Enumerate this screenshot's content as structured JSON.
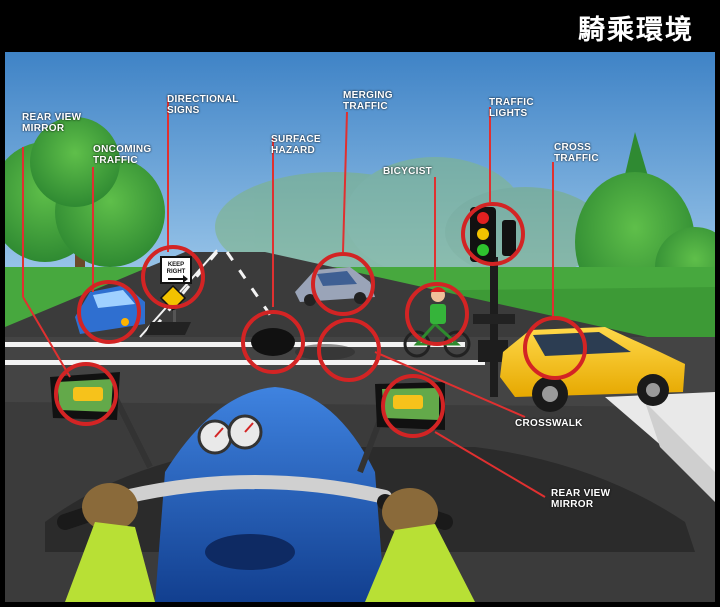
{
  "title": "騎乘環境",
  "colors": {
    "sky": "#5b9bd3",
    "road": "#3b3b3b",
    "grass": "#3a9b3a",
    "callout_ring": "#d32424",
    "callout_line": "#e03030",
    "label_text": "#ffffff",
    "motorcycle_body": "#1e5fb8",
    "taxi": "#f6c21b",
    "oncoming_car": "#2f6fd0",
    "rider_sleeve": "#b8e035"
  },
  "labels": {
    "rear_view_mirror_left": "REAR VIEW\nMIRROR",
    "oncoming_traffic": "ONCOMING\nTRAFFIC",
    "directional_signs": "DIRECTIONAL\nSIGNS",
    "surface_hazard": "SURFACE\nHAZARD",
    "merging_traffic": "MERGING\nTRAFFIC",
    "bicyclist": "BICYCIST",
    "traffic_lights": "TRAFFIC\nLIGHTS",
    "cross_traffic": "CROSS\nTRAFFIC",
    "crosswalk": "CROSSWALK",
    "rear_view_mirror_right": "REAR VIEW\nMIRROR"
  },
  "sign_text": "KEEP\nRIGHT",
  "icons": [
    "traffic-light-icon",
    "keep-right-sign-icon",
    "diamond-warning-sign-icon",
    "speedometer-icon"
  ]
}
